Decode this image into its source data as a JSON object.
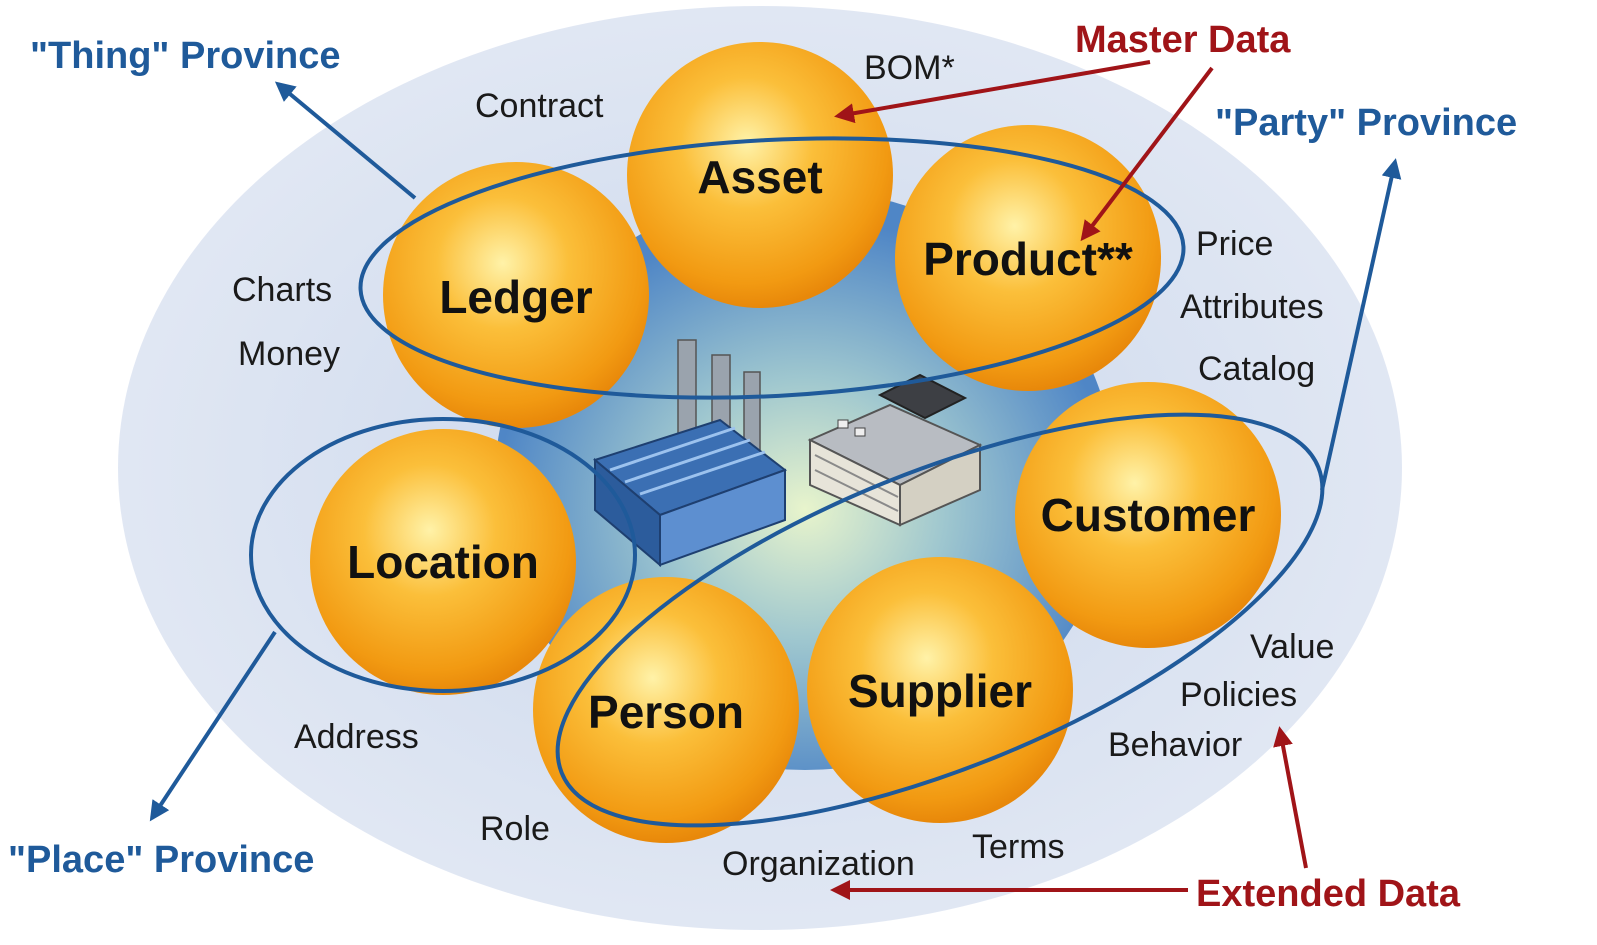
{
  "provinces": {
    "thing": "\"Thing\" Province",
    "party": "\"Party\" Province",
    "place": "\"Place\" Province"
  },
  "callouts": {
    "master": "Master Data",
    "extended": "Extended Data"
  },
  "spheres": {
    "asset": "Asset",
    "product": "Product**",
    "ledger": "Ledger",
    "location": "Location",
    "customer": "Customer",
    "person": "Person",
    "supplier": "Supplier"
  },
  "attributes": {
    "bom": "BOM*",
    "contract": "Contract",
    "charts": "Charts",
    "money": "Money",
    "price": "Price",
    "attributes": "Attributes",
    "catalog": "Catalog",
    "address": "Address",
    "role": "Role",
    "organization": "Organization",
    "terms": "Terms",
    "value": "Value",
    "policies": "Policies",
    "behavior": "Behavior"
  },
  "colors": {
    "province_blue": "#1f5a9a",
    "callout_red": "#a01418",
    "sphere_orange": "#f5a21c",
    "background_ellipse": "#dde6f3"
  },
  "icons": [
    "factory-icon",
    "office-building-icon"
  ]
}
